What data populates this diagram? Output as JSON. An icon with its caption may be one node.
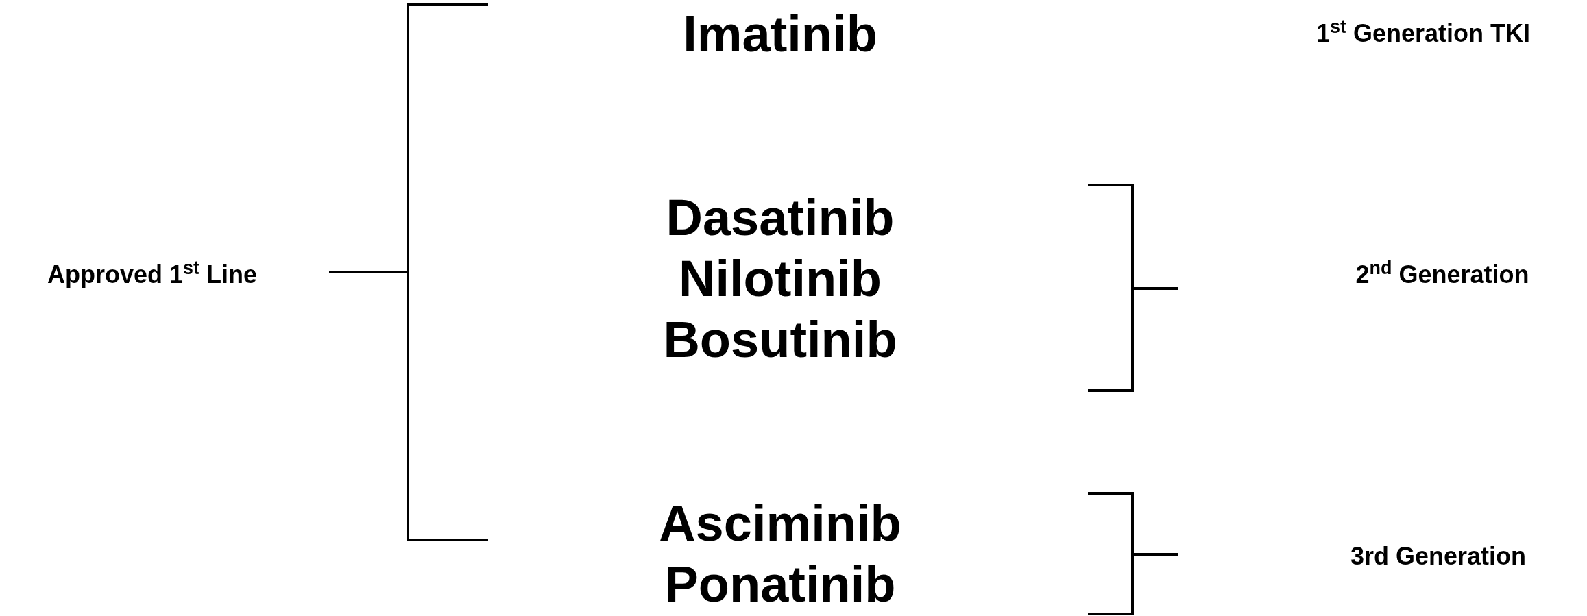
{
  "diagram": {
    "nodes": [
      {
        "text": [
          "Approved 1$^{st}$ Line"
        ]
      },
      {
        "text": [
          "Imatinib"
        ]
      },
      {
        "text": [
          "Dasatinib",
          "Nilotinib",
          "Bosutinib"
        ]
      },
      {
        "text": [
          "Asciminib",
          "Ponatinib"
        ]
      },
      {
        "text": [
          "1$^{st}$ Generation TKI"
        ]
      },
      {
        "text": [
          "2$^{nd}$ Generation"
        ]
      },
      {
        "text": [
          "3rd Generation"
        ]
      }
    ]
  }
}
